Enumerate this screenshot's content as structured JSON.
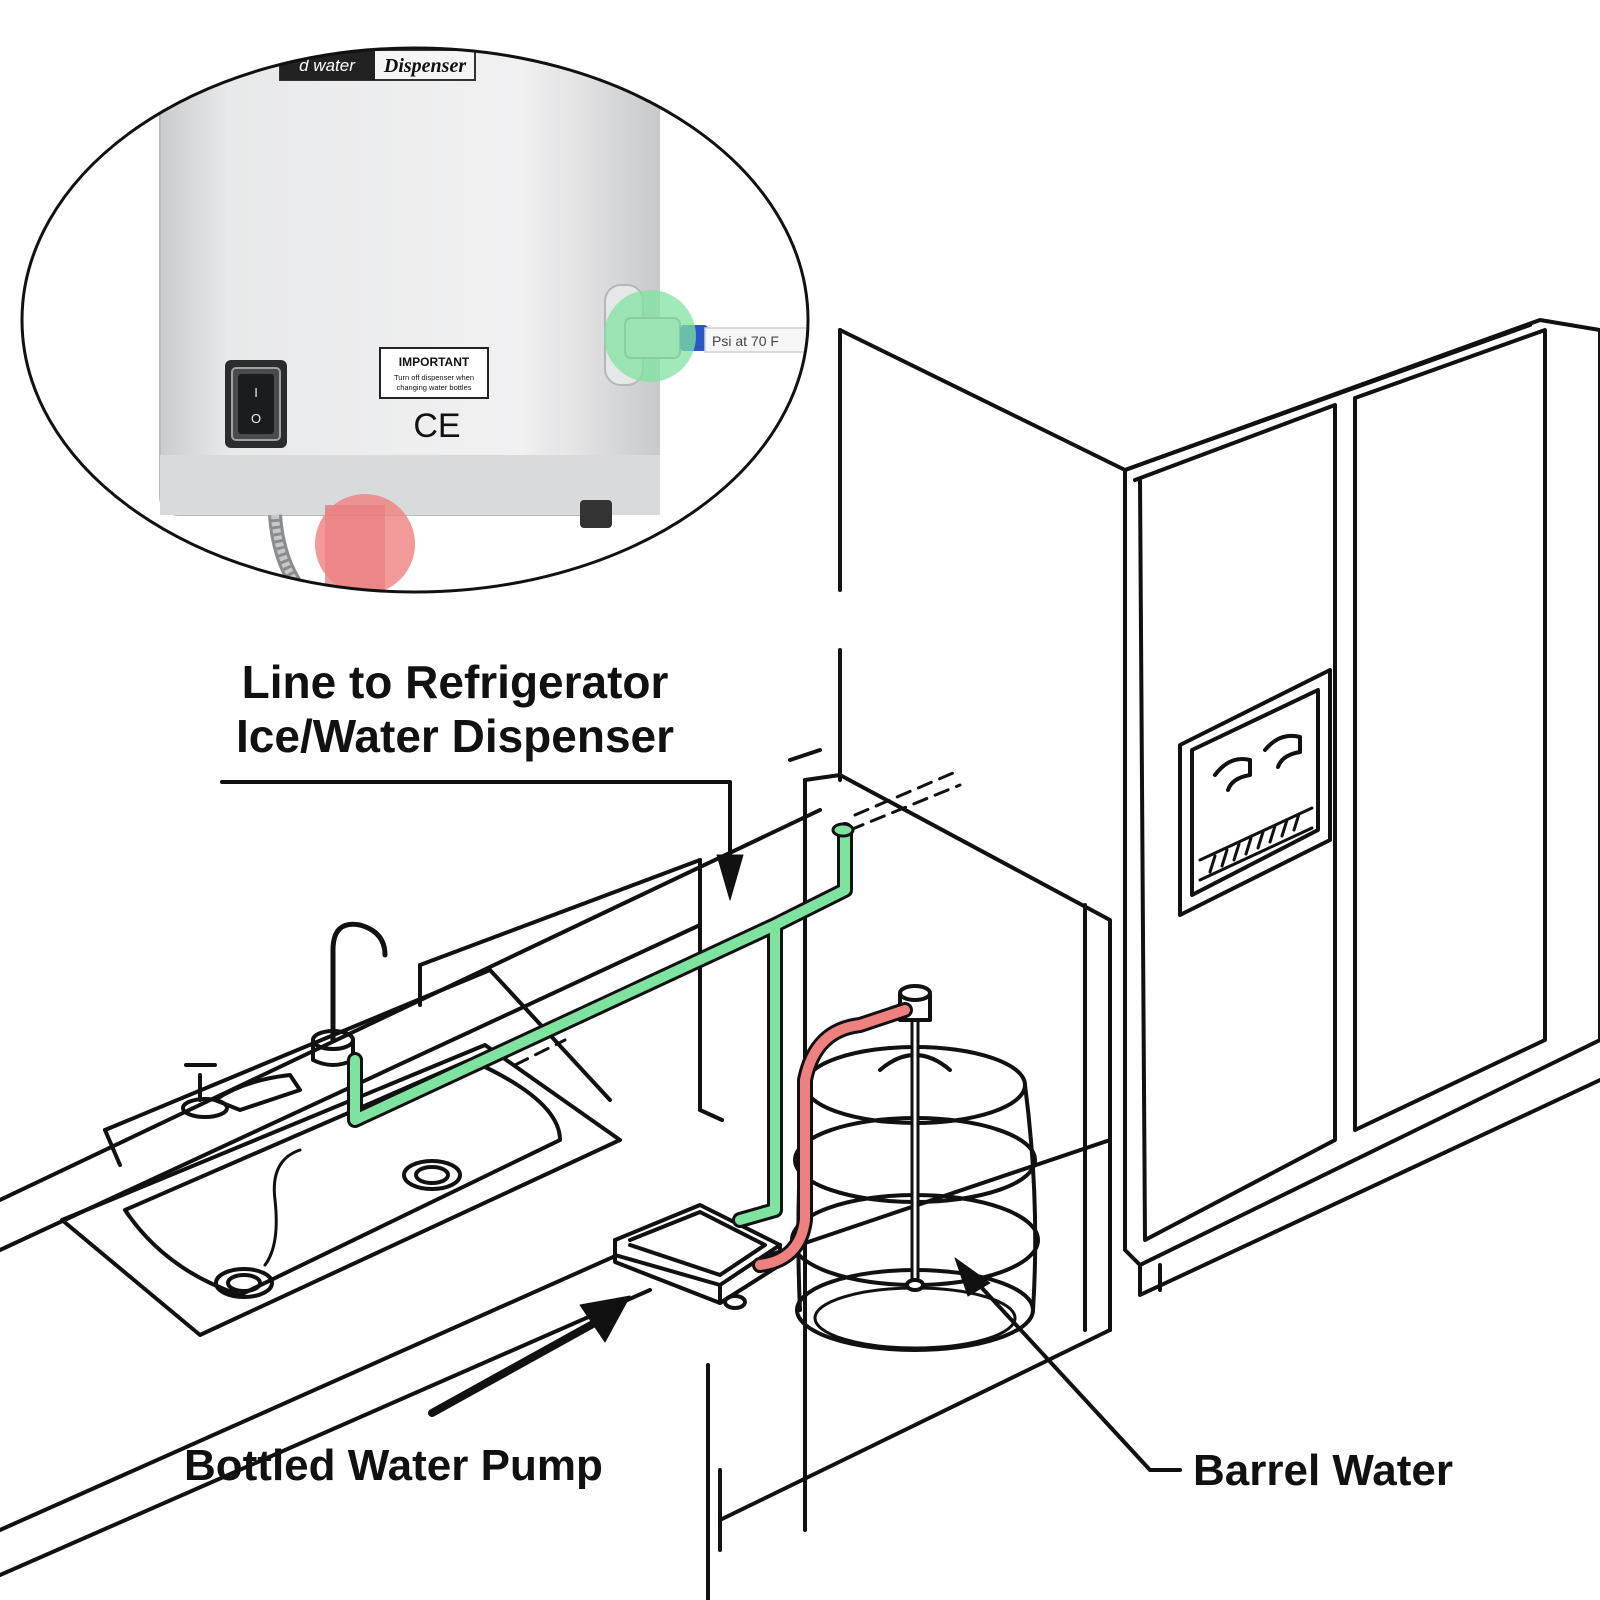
{
  "labels": {
    "line_to_fridge_1": "Line to Refrigerator",
    "line_to_fridge_2": "Ice/Water Dispenser",
    "pump": "Bottled Water Pump",
    "barrel": "Barrel Water"
  },
  "inset": {
    "brand_fragment": "d water",
    "brand": "Dispenser",
    "important_title": "IMPORTANT",
    "important_line1": "Turn off dispenser when",
    "important_line2": "changing water bottles",
    "ce_mark": "CE",
    "switch_on": "I",
    "switch_off": "O",
    "tube_print": "Psi at 70 F"
  },
  "colors": {
    "outlet_line": "#7fe3a0",
    "inlet_line": "#ef8080",
    "ink": "#111111"
  }
}
